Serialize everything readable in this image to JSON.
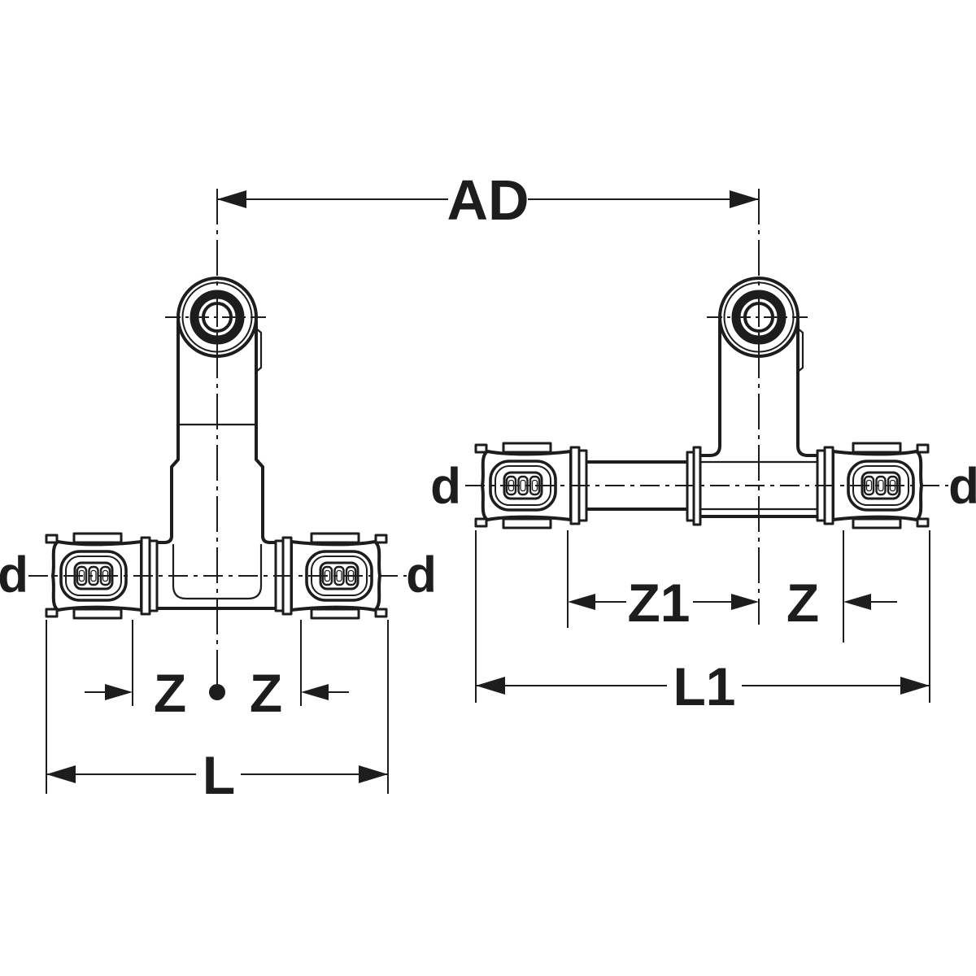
{
  "page": {
    "background": "#ffffff",
    "line_color": "#1d1d1d"
  },
  "labels": {
    "ad": "AD",
    "front_view": {
      "d_left": "d",
      "d_right": "d",
      "z_left": "Z",
      "z_right": "Z",
      "l": "L"
    },
    "side_view": {
      "d_left": "d",
      "d_right": "d",
      "z1": "Z1",
      "z": "Z",
      "l1": "L1"
    }
  }
}
